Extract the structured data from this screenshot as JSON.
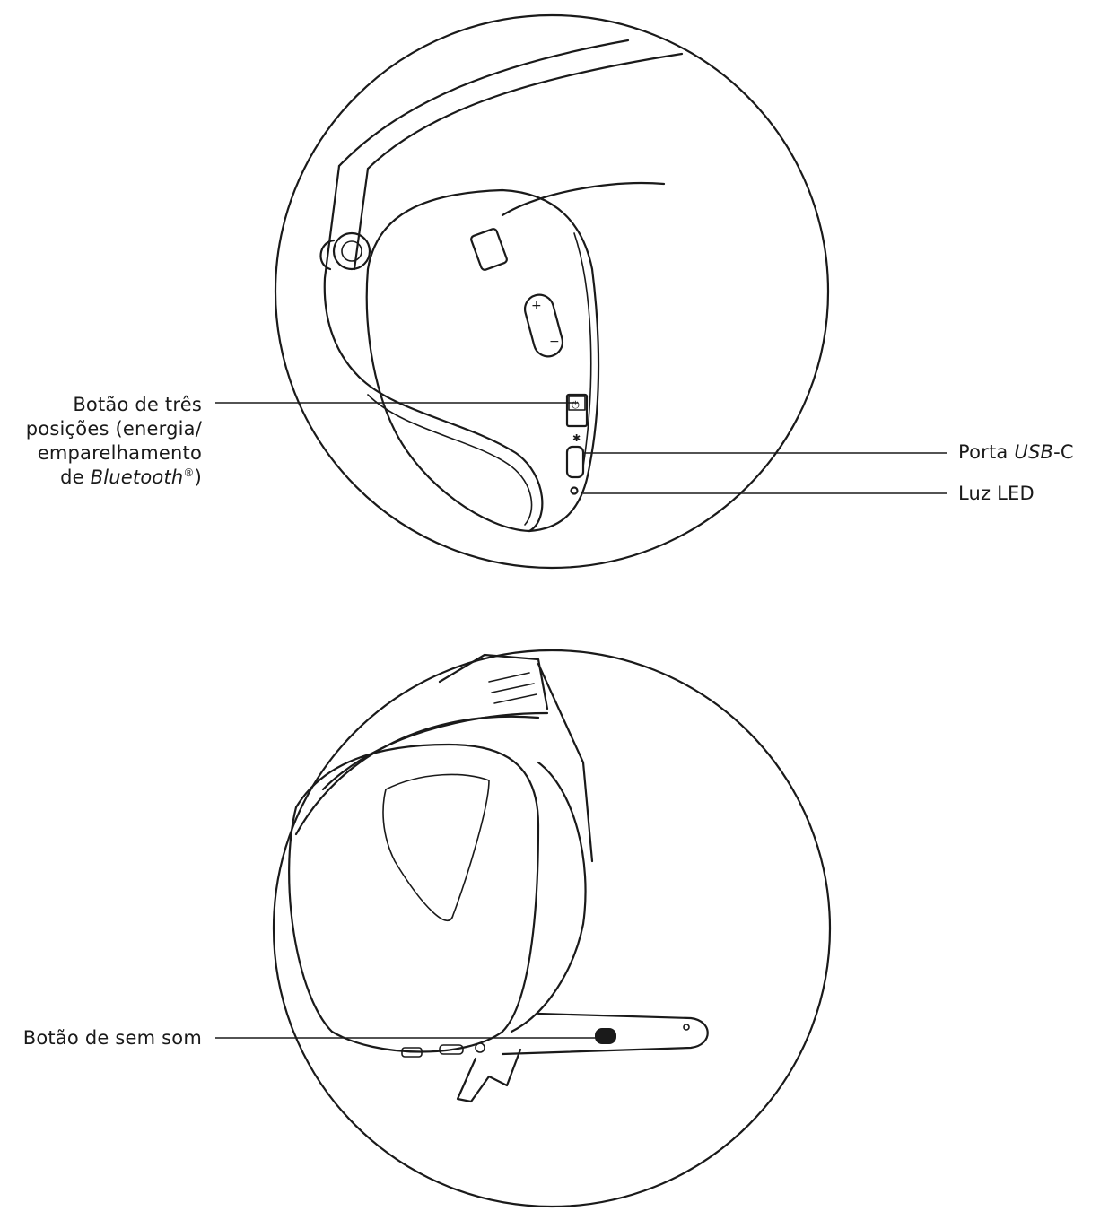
{
  "labels": {
    "three_position_button": {
      "line1": "Botão de três",
      "line2": "posições (energia/",
      "line3": "emparelhamento",
      "line4_prefix": "de ",
      "line4_italic": "Bluetooth",
      "line4_sup": "®",
      "line4_suffix": ")"
    },
    "usb_c_port": {
      "prefix": "Porta ",
      "italic": "USB",
      "suffix": "-C"
    },
    "led_light": "Luz LED",
    "mute_button": "Botão de sem som"
  },
  "colors": {
    "line": "#1a1a1a",
    "background": "#ffffff"
  }
}
